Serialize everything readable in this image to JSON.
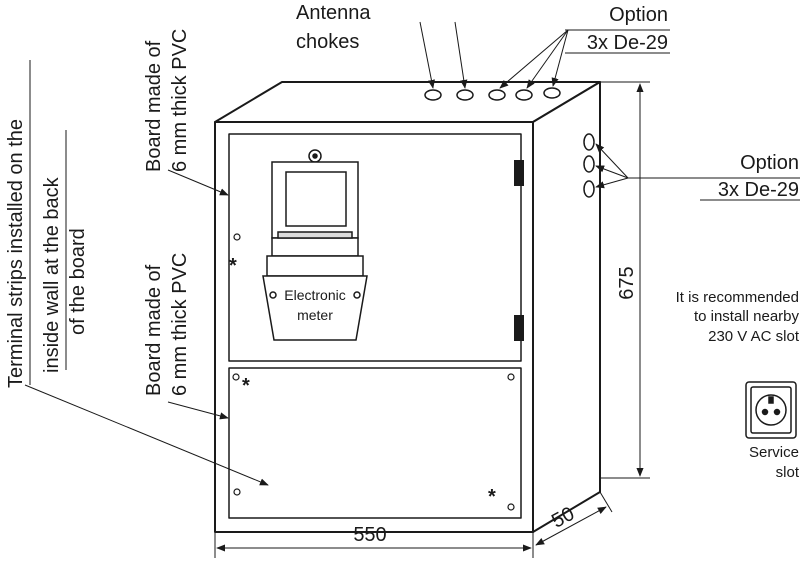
{
  "labels": {
    "antenna_line1": "Antenna",
    "antenna_line2": "chokes",
    "option_top_line1": "Option",
    "option_top_line2": "3x De-29",
    "option_right_line1": "Option",
    "option_right_line2": "3x De-29",
    "terminal_line1": "Terminal strips installed on the",
    "terminal_line2": "inside wall at the back",
    "terminal_line3": "of the board",
    "board_upper_line1": "Board made of",
    "board_upper_line2": "6 mm thick PVC",
    "board_lower_line1": "Board made of",
    "board_lower_line2": "6 mm thick PVC",
    "meter_line1": "Electronic",
    "meter_line2": "meter",
    "recommend_line1": "It is recommended",
    "recommend_line2": "to install nearby",
    "recommend_line3": "230 V AC slot",
    "service_line1": "Service",
    "service_line2": "slot",
    "star": "*"
  },
  "dimensions": {
    "width": "550",
    "height": "675",
    "depth": "50"
  },
  "colors": {
    "line": "#1a1a1a",
    "fill": "#ffffff"
  }
}
